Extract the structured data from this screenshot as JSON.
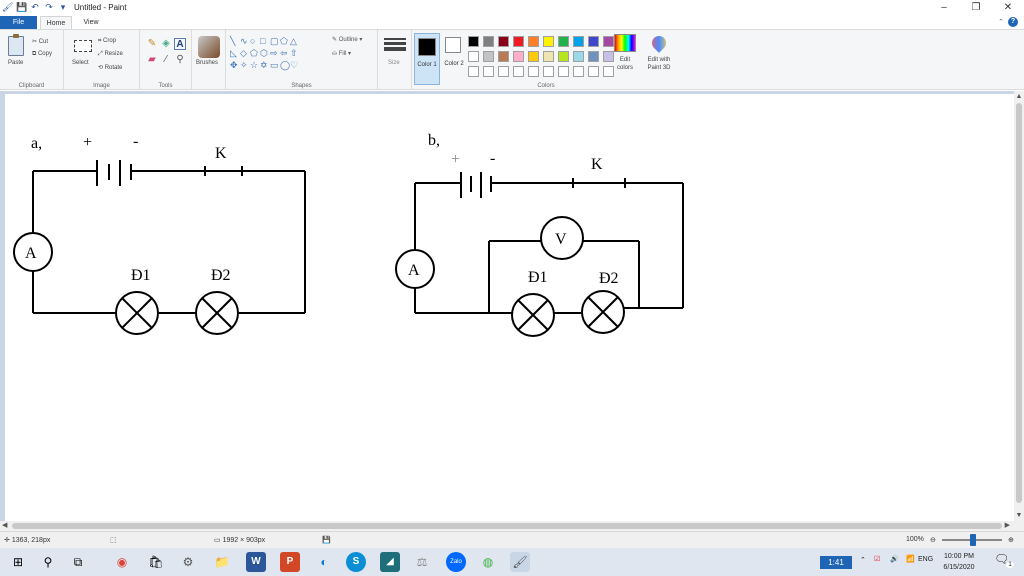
{
  "window": {
    "title": "Untitled - Paint",
    "minimize": "–",
    "maximize": "❐",
    "close": "✕"
  },
  "tabs": {
    "file": "File",
    "home": "Home",
    "view": "View"
  },
  "ribbon": {
    "clipboard": {
      "label": "Clipboard",
      "paste": "Paste",
      "cut": "Cut",
      "copy": "Copy"
    },
    "image": {
      "label": "Image",
      "select": "Select",
      "crop": "Crop",
      "resize": "Resize",
      "rotate": "Rotate"
    },
    "tools": {
      "label": "Tools",
      "brushes": "Brushes"
    },
    "shapes": {
      "label": "Shapes",
      "outline": "Outline",
      "fill": "Fill"
    },
    "size": {
      "label": "Size"
    },
    "colors": {
      "label": "Colors",
      "color1": "Color 1",
      "color2": "Color 2",
      "edit_colors": "Edit colors",
      "edit_paint3d": "Edit with Paint 3D",
      "palette": [
        "#000000",
        "#7f7f7f",
        "#880015",
        "#ed1c24",
        "#ff7f27",
        "#fff200",
        "#22b14c",
        "#00a2e8",
        "#3f48cc",
        "#a349a4",
        "#ffffff",
        "#c3c3c3",
        "#b97a57",
        "#ffaec9",
        "#ffc90e",
        "#efe4b0",
        "#b5e61d",
        "#99d9ea",
        "#7092be",
        "#c8bfe7",
        "#ffffff",
        "#ffffff",
        "#ffffff",
        "#ffffff",
        "#ffffff",
        "#ffffff",
        "#ffffff",
        "#ffffff",
        "#ffffff",
        "#ffffff"
      ]
    }
  },
  "circuit_a": {
    "label": "a,",
    "plus": "+",
    "minus": "-",
    "switch": "K",
    "ammeter": "A",
    "lamp1": "Đ1",
    "lamp2": "Đ2"
  },
  "circuit_b": {
    "label": "b,",
    "plus": "+",
    "minus": "-",
    "switch": "K",
    "ammeter": "A",
    "voltmeter": "V",
    "lamp1": "Đ1",
    "lamp2": "Đ2"
  },
  "status": {
    "cursor_pos": "1363, 218px",
    "canvas_size": "1992 × 903px",
    "zoom": "100%"
  },
  "taskbar": {
    "time_badge": "1:41",
    "lang": "ENG",
    "time": "10:00 PM",
    "date": "6/15/2020",
    "notif_count": "1"
  }
}
